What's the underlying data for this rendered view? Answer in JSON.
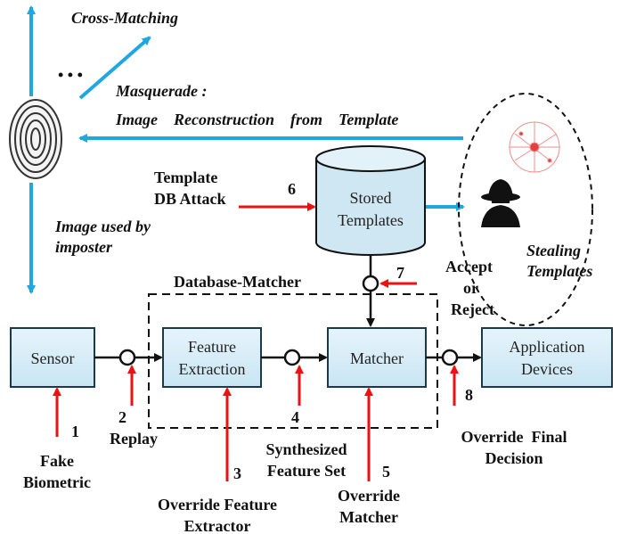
{
  "labels": {
    "cross_matching": "Cross-Matching",
    "dots": "• • •",
    "masquerade": "Masquerade :",
    "image_reconstruction": "Image    Reconstruction    from    Template",
    "template_db_attack_1": "Template",
    "template_db_attack_2": "DB Attack",
    "num_6": "6",
    "stored_templates_1": "Stored",
    "stored_templates_2": "Templates",
    "image_used_by_1": "Image used by",
    "image_used_by_2": "imposter",
    "stealing_1": "Stealing",
    "stealing_2": "Templates",
    "accept": "Accept",
    "or": "or",
    "reject": "Reject",
    "num_7": "7",
    "database_matcher": "Database-Matcher",
    "sensor": "Sensor",
    "feature_1": "Feature",
    "feature_2": "Extraction",
    "matcher": "Matcher",
    "application_1": "Application",
    "application_2": "Devices",
    "num_1": "1",
    "num_2": "2",
    "replay": "Replay",
    "num_3": "3",
    "num_4": "4",
    "num_5": "5",
    "num_8": "8",
    "fake_1": "Fake",
    "fake_2": "Biometric",
    "synth_1": "Synthesized",
    "synth_2": "Feature Set",
    "override_fe_1": "Override Feature",
    "override_fe_2": "Extractor",
    "override_m_1": "Override",
    "override_m_2": "Matcher",
    "override_fd_1": "Override  Final",
    "override_fd_2": "Decision"
  },
  "colors": {
    "blue_arrow": "#1ea7e1",
    "red_arrow": "#ee1111",
    "box_fill": "#d6ecf7",
    "box_stroke": "#1a3a4a",
    "cylinder_fill": "#cfe6f3"
  }
}
